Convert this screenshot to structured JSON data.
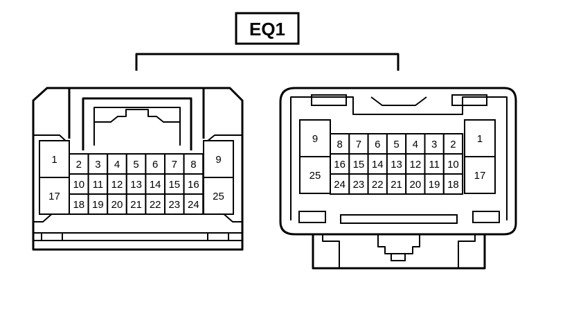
{
  "title": "EQ1",
  "connectors": [
    {
      "name": "left",
      "side_pins": [
        {
          "label": "1"
        },
        {
          "label": "17"
        },
        {
          "label": "9"
        },
        {
          "label": "25"
        }
      ],
      "center_rows": [
        [
          "2",
          "3",
          "4",
          "5",
          "6",
          "7",
          "8"
        ],
        [
          "10",
          "11",
          "12",
          "13",
          "14",
          "15",
          "16"
        ],
        [
          "18",
          "19",
          "20",
          "21",
          "22",
          "23",
          "24"
        ]
      ]
    },
    {
      "name": "right",
      "side_pins": [
        {
          "label": "9"
        },
        {
          "label": "25"
        },
        {
          "label": "1"
        },
        {
          "label": "17"
        }
      ],
      "center_rows": [
        [
          "8",
          "7",
          "6",
          "5",
          "4",
          "3",
          "2"
        ],
        [
          "16",
          "15",
          "14",
          "13",
          "12",
          "11",
          "10"
        ],
        [
          "24",
          "23",
          "22",
          "21",
          "20",
          "19",
          "18"
        ]
      ]
    }
  ]
}
